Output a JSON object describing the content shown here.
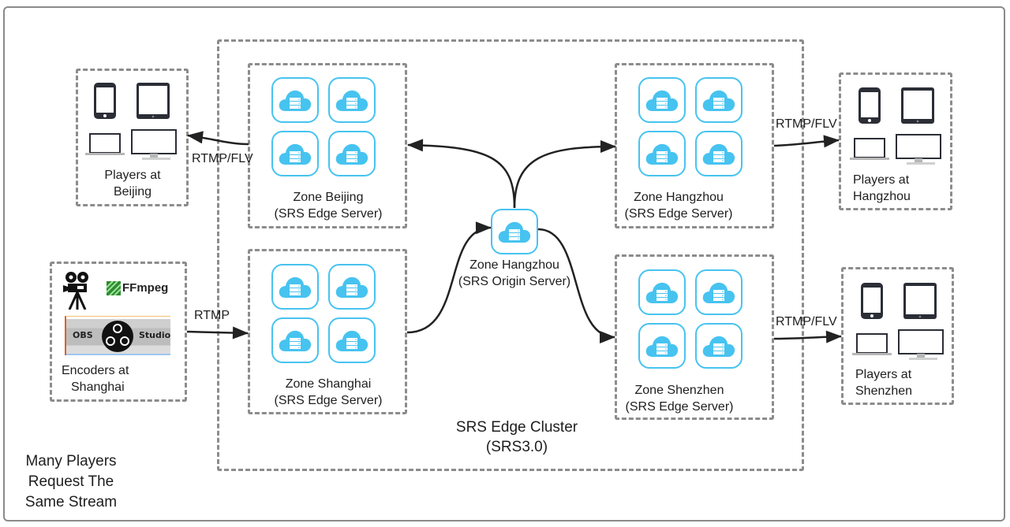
{
  "diagram": {
    "title": "SRS Edge Cluster",
    "version": "(SRS3.0)",
    "caption_lines": [
      "Many Players",
      "Request The",
      "Same Stream"
    ]
  },
  "origin": {
    "name": "Zone Hangzhou",
    "role": "(SRS Origin Server)",
    "icon": "cloud-server-icon"
  },
  "edges": [
    {
      "id": "beijing",
      "name": "Zone Beijing",
      "role": "(SRS Edge Server)",
      "server_count": 4
    },
    {
      "id": "shanghai",
      "name": "Zone Shanghai",
      "role": "(SRS Edge Server)",
      "server_count": 4
    },
    {
      "id": "hangzhou",
      "name": "Zone Hangzhou",
      "role": "(SRS Edge Server)",
      "server_count": 4
    },
    {
      "id": "shenzhen",
      "name": "Zone Shenzhen",
      "role": "(SRS Edge Server)",
      "server_count": 4
    }
  ],
  "players": [
    {
      "id": "beijing",
      "line1": "Players at",
      "line2": "Beijing",
      "devices": [
        "phone-icon",
        "tablet-icon",
        "laptop-icon",
        "desktop-icon"
      ]
    },
    {
      "id": "hangzhou",
      "line1": "Players at",
      "line2": "Hangzhou",
      "devices": [
        "phone-icon",
        "tablet-icon",
        "laptop-icon",
        "desktop-icon"
      ]
    },
    {
      "id": "shenzhen",
      "line1": "Players at",
      "line2": "Shenzhen",
      "devices": [
        "phone-icon",
        "tablet-icon",
        "laptop-icon",
        "desktop-icon"
      ]
    }
  ],
  "encoders": {
    "line1": "Encoders at",
    "line2": "Shanghai",
    "tools": [
      "camera-icon",
      "FFmpeg",
      "OBS Studio"
    ],
    "ffmpeg_label": "FFmpeg",
    "obs_left": "OBS",
    "obs_right": "Studio"
  },
  "protocols": {
    "ingest": "RTMP",
    "beijing": "RTMP/FLV",
    "hangzhou": "RTMP/FLV",
    "shenzhen": "RTMP/FLV"
  },
  "colors": {
    "server_blue": "#47c3f0",
    "dash_gray": "#8c8c8c",
    "ffmpeg_green": "#2e8b2e"
  }
}
